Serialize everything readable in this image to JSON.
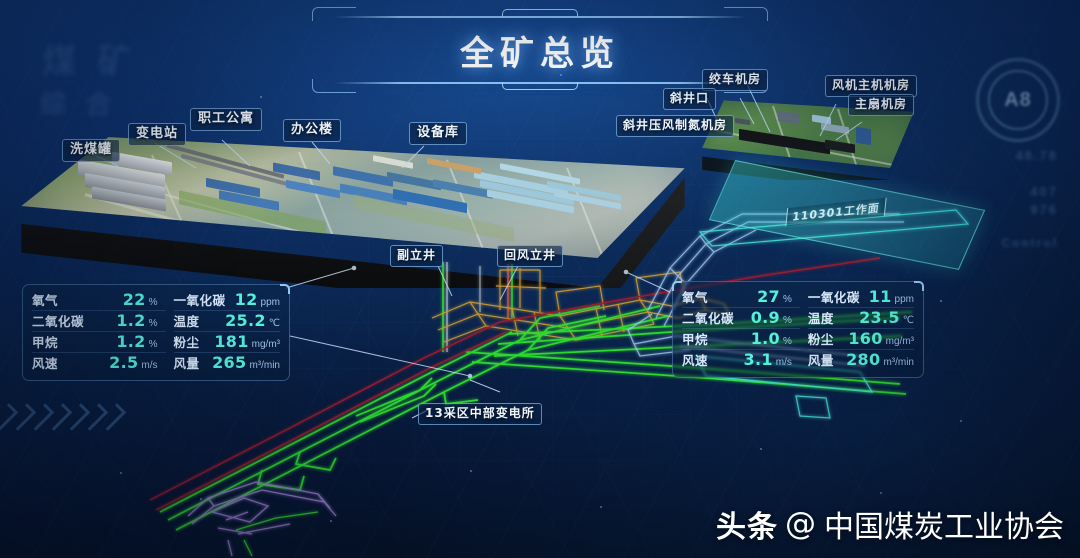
{
  "header": {
    "title": "全矿总览"
  },
  "hud": {
    "ring_label": "A8",
    "text_1": "48.78",
    "text_2": "407",
    "text_3": "976",
    "text_4": "Control"
  },
  "surface_labels": [
    {
      "id": "wash-tank",
      "text": "洗煤罐"
    },
    {
      "id": "substation",
      "text": "变电站"
    },
    {
      "id": "staff-apartment",
      "text": "职工公寓"
    },
    {
      "id": "office-building",
      "text": "办公楼"
    },
    {
      "id": "equipment-depot",
      "text": "设备库"
    },
    {
      "id": "winch-room",
      "text": "绞车机房"
    },
    {
      "id": "incline-shaft",
      "text": "斜井口"
    },
    {
      "id": "fan-main-room",
      "text": "风机主机机房"
    },
    {
      "id": "main-fan-room",
      "text": "主扇机房"
    },
    {
      "id": "incline-nitrogen",
      "text": "斜井压风制氮机房"
    },
    {
      "id": "auxiliary-shaft",
      "text": "副立井"
    },
    {
      "id": "return-air-shaft",
      "text": "回风立井"
    }
  ],
  "underground_labels": [
    {
      "id": "substation-13",
      "text": "13采区中部变电所"
    },
    {
      "id": "working-face",
      "text": "110301工作面"
    }
  ],
  "panel_left": {
    "rows": [
      [
        {
          "key": "氧气",
          "value": "22",
          "unit": "%"
        },
        {
          "key": "一氧化碳",
          "value": "12",
          "unit": "ppm"
        }
      ],
      [
        {
          "key": "二氧化碳",
          "value": "1.2",
          "unit": "%"
        },
        {
          "key": "温度",
          "value": "25.2",
          "unit": "℃"
        }
      ],
      [
        {
          "key": "甲烷",
          "value": "1.2",
          "unit": "%"
        },
        {
          "key": "粉尘",
          "value": "181",
          "unit": "mg/m³"
        }
      ],
      [
        {
          "key": "风速",
          "value": "2.5",
          "unit": "m/s"
        },
        {
          "key": "风量",
          "value": "265",
          "unit": "m³/min"
        }
      ]
    ]
  },
  "panel_right": {
    "rows": [
      [
        {
          "key": "氧气",
          "value": "27",
          "unit": "%"
        },
        {
          "key": "一氧化碳",
          "value": "11",
          "unit": "ppm"
        }
      ],
      [
        {
          "key": "二氧化碳",
          "value": "0.9",
          "unit": "%"
        },
        {
          "key": "温度",
          "value": "23.5",
          "unit": "℃"
        }
      ],
      [
        {
          "key": "甲烷",
          "value": "1.0",
          "unit": "%"
        },
        {
          "key": "粉尘",
          "value": "160",
          "unit": "mg/m³"
        }
      ],
      [
        {
          "key": "风速",
          "value": "3.1",
          "unit": "m/s"
        },
        {
          "key": "风量",
          "value": "280",
          "unit": "m³/min"
        }
      ]
    ]
  },
  "watermark": {
    "brand": "头条",
    "at": "@",
    "account": "中国煤炭工业协会"
  },
  "colors": {
    "accent_cyan": "#53f0dc",
    "tunnel_green": "#2fe02f",
    "tunnel_gold": "#c89a38",
    "tunnel_red": "#9e1f2e",
    "tunnel_purple": "#9a7fd0",
    "tunnel_blue": "#9fc8ef",
    "face_cyan": "#46e2d6",
    "panel_border": "#78afe6",
    "bg_deep": "#071a33"
  }
}
